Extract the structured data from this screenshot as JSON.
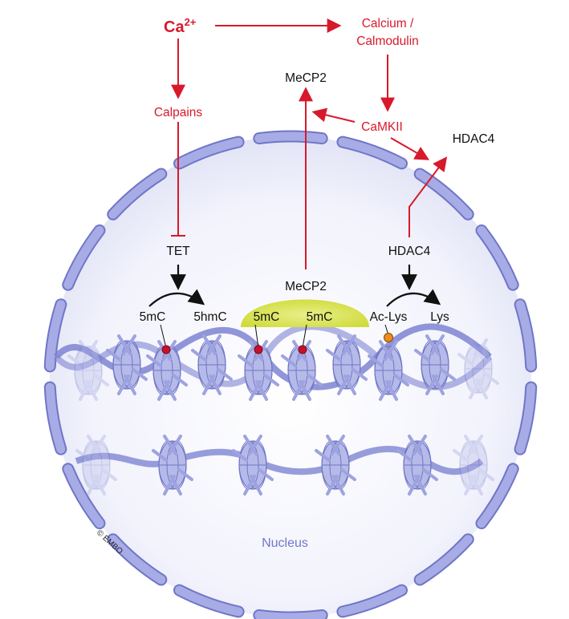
{
  "nodes": {
    "ca_base": "Ca",
    "ca_sup": "2+",
    "calcium_line1": "Calcium /",
    "calcium_line2": "Calmodulin",
    "calpains": "Calpains",
    "mecp2_top": "MeCP2",
    "camkii": "CaMKII",
    "hdac4_outer": "HDAC4",
    "tet": "TET",
    "hdac4_inner": "HDAC4",
    "mecp2_bound": "MeCP2"
  },
  "marks": {
    "left_from": "5mC",
    "left_to": "5hmC",
    "center_a": "5mC",
    "center_b": "5mC",
    "right_from": "Ac-Lys",
    "right_to": "Lys"
  },
  "compartment": "Nucleus",
  "copyright": "© EMBO",
  "colors": {
    "signaling": "#d8192b",
    "nuclear_envelope": "#9aa0dc",
    "chromatin": "#7e84d2",
    "mecp2_blob": "#d8e24c",
    "methyl_dot": "#c8102e",
    "acetyl_dot": "#f08a1c"
  }
}
